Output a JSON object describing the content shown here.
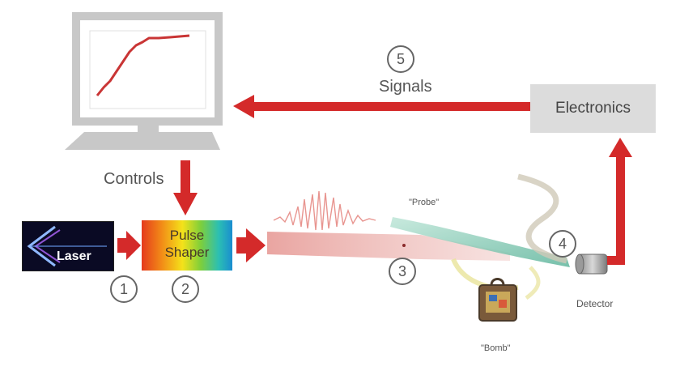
{
  "labels": {
    "signals": "Signals",
    "controls": "Controls",
    "electronics": "Electronics",
    "laser": "Laser",
    "pulse": "Pulse",
    "shaper": "Shaper",
    "probe": "\"Probe\"",
    "bomb": "\"Bomb\"",
    "detector": "Detector"
  },
  "steps": [
    "1",
    "2",
    "3",
    "4",
    "5"
  ],
  "colors": {
    "arrow": "#d42a2a",
    "beam": "#e8a09c",
    "monitor": "#c8c8c8",
    "plot_line": "#c93535",
    "electronics_box": "#dcdcdc"
  },
  "icons": [
    "monitor-icon",
    "detector-icon",
    "bomb-briefcase-icon"
  ]
}
